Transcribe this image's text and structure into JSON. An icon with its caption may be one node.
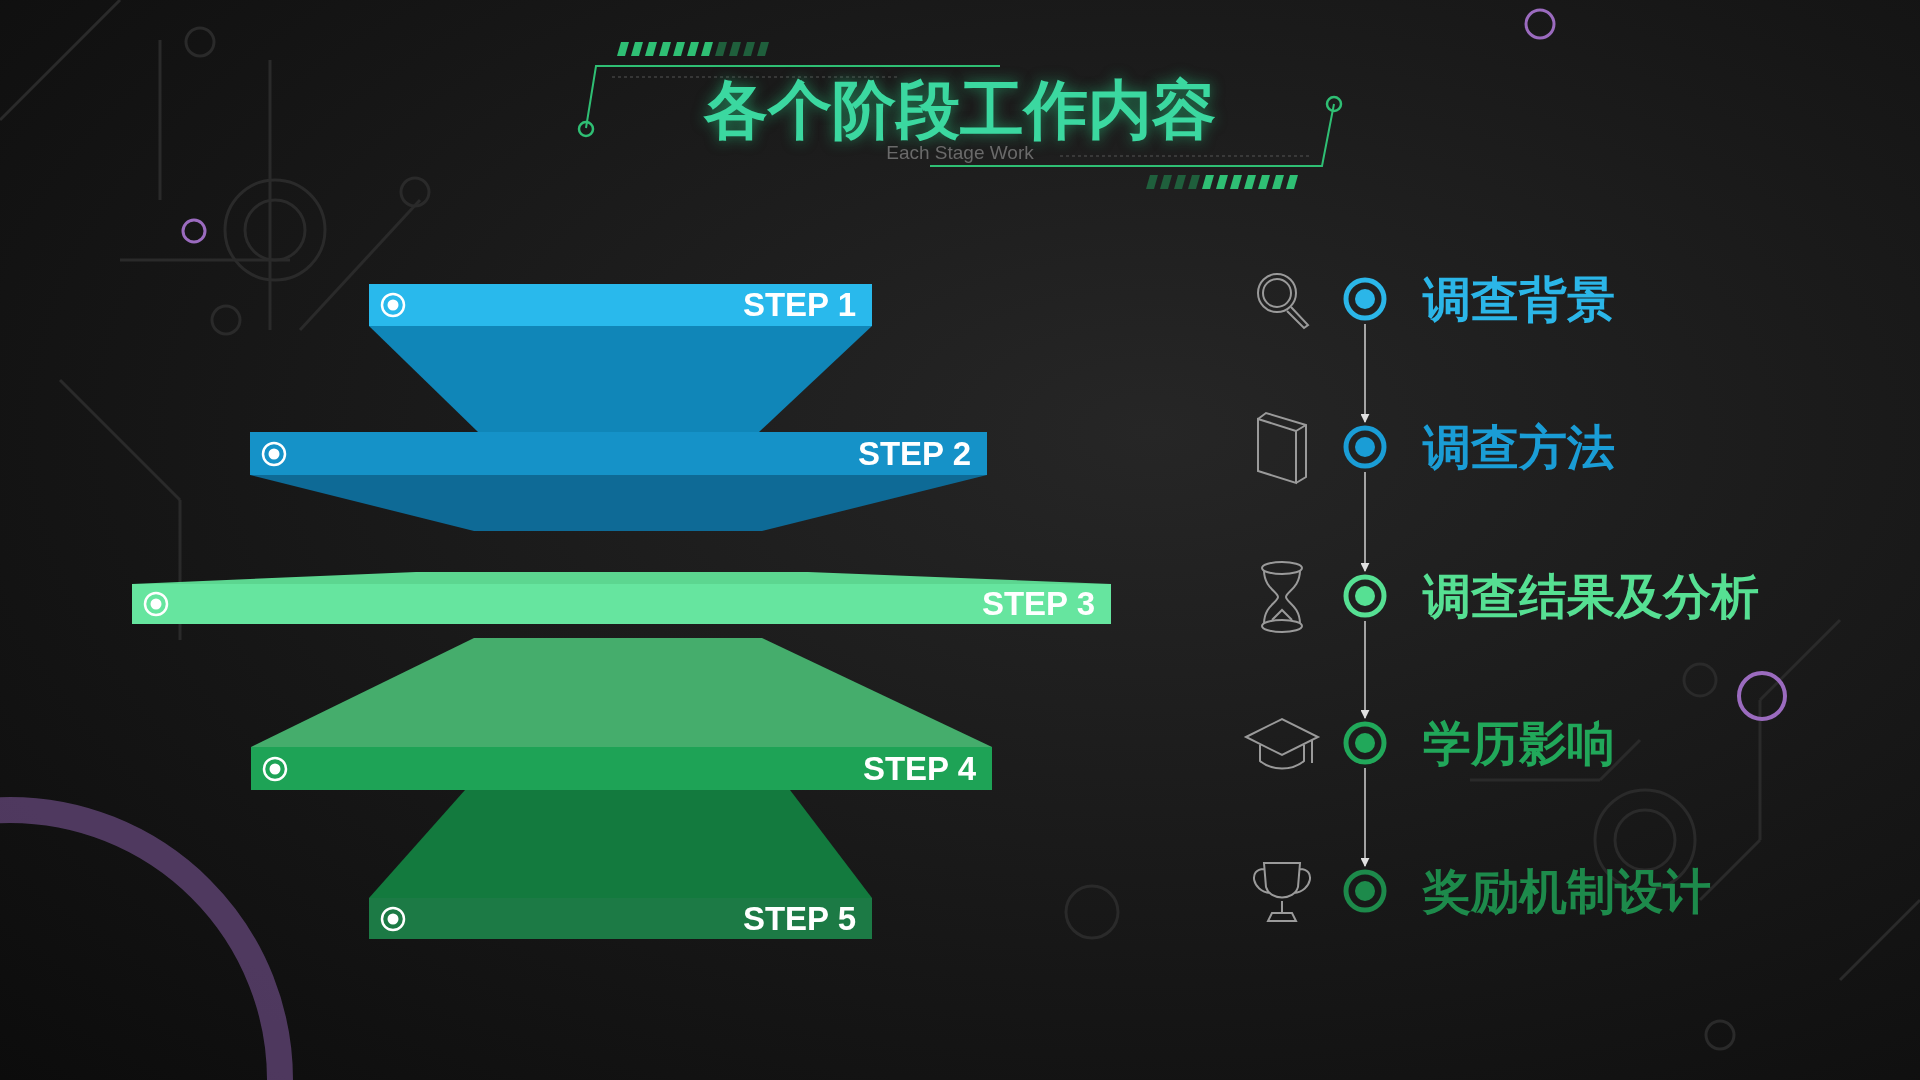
{
  "diagram": {
    "title": "各个阶段工作内容",
    "nodes": [
      {
        "text": [
          "STEP 1"
        ]
      },
      {
        "text": [
          "STEP 2"
        ]
      },
      {
        "text": [
          "STEP 3"
        ]
      },
      {
        "text": [
          "STEP 4"
        ]
      },
      {
        "text": [
          "STEP 5"
        ]
      },
      {
        "text": [
          "调查背景"
        ]
      },
      {
        "text": [
          "调查方法"
        ]
      },
      {
        "text": [
          "调查结果及分析"
        ]
      },
      {
        "text": [
          "学历影响"
        ]
      },
      {
        "text": [
          "奖励机制设计"
        ]
      }
    ],
    "edges": [
      {
        "from": 5,
        "to": 6,
        "arrow": "to"
      },
      {
        "from": 6,
        "to": 7,
        "arrow": "to"
      },
      {
        "from": 7,
        "to": 8,
        "arrow": "to"
      },
      {
        "from": 8,
        "to": 9,
        "arrow": "to"
      }
    ],
    "labels": [
      "Each Stage Work"
    ]
  }
}
